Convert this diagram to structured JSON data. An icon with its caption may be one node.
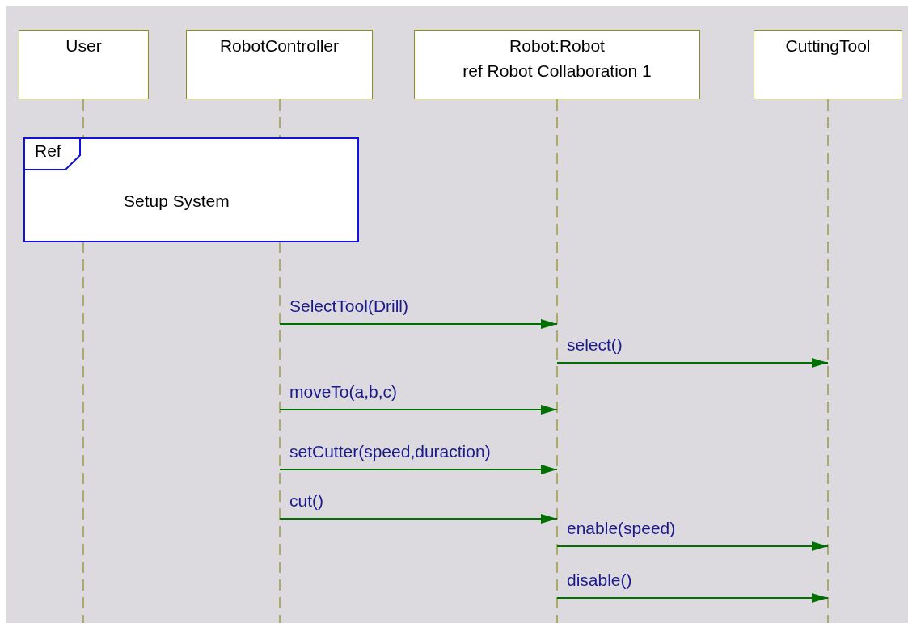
{
  "diagram": {
    "nodes": [
      {
        "text": [
          "User"
        ]
      },
      {
        "text": [
          "RobotController"
        ]
      },
      {
        "text": [
          "Robot:Robot",
          "ref Robot Collaboration 1"
        ]
      },
      {
        "text": [
          "CuttingTool"
        ]
      },
      {
        "text": [
          "Ref",
          "Setup System"
        ]
      }
    ],
    "edges": [
      {
        "from": 1,
        "to": 2,
        "arrow": "to",
        "label": "SelectTool(Drill)"
      },
      {
        "from": 2,
        "to": 3,
        "arrow": "to",
        "label": "select()"
      },
      {
        "from": 1,
        "to": 2,
        "arrow": "to",
        "label": "moveTo(a,b,c)"
      },
      {
        "from": 1,
        "to": 2,
        "arrow": "to",
        "label": "setCutter(speed,duraction)"
      },
      {
        "from": 1,
        "to": 2,
        "arrow": "to",
        "label": "cut()"
      },
      {
        "from": 2,
        "to": 3,
        "arrow": "to",
        "label": "enable(speed)"
      },
      {
        "from": 2,
        "to": 3,
        "arrow": "to",
        "label": "disable()"
      }
    ]
  }
}
